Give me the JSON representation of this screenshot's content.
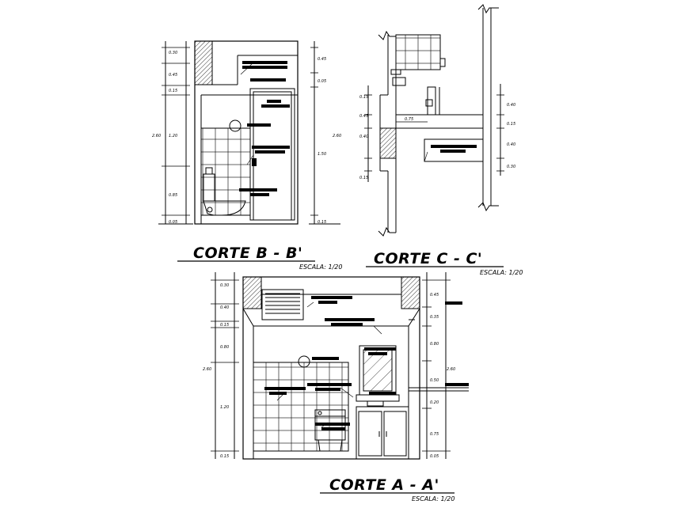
{
  "sections": {
    "bb": {
      "title": "CORTE B - B'",
      "scale": "ESCALA: 1/20",
      "dims_left": [
        "0.30",
        "0.45",
        "0.15",
        "1.20",
        "0.85",
        "0.05"
      ],
      "dims_left_total": "2.60",
      "dims_right": [
        "0.45",
        "0.05",
        "1.50",
        "0.15"
      ],
      "dims_right_total": "2.60"
    },
    "cc": {
      "title": "CORTE C - C'",
      "scale": "ESCALA: 1/20",
      "dims_left": [
        "0.15",
        "0.45",
        "0.40",
        "0.15"
      ],
      "dims_mid": "0.75",
      "dims_right": [
        "0.40",
        "0.15",
        "0.40",
        "0.30"
      ]
    },
    "aa": {
      "title": "CORTE A - A'",
      "scale": "ESCALA: 1/20",
      "dims_left": [
        "0.30",
        "0.40",
        "0.15",
        "0.80",
        "1.20",
        "0.15"
      ],
      "dims_left_total": "2.60",
      "dims_right": [
        "0.45",
        "0.35",
        "0.80",
        "0.50",
        "0.20",
        "0.75",
        "0.05"
      ],
      "dims_right_total": "2.60"
    }
  },
  "colors": {
    "line": "#000000",
    "background": "#ffffff"
  }
}
